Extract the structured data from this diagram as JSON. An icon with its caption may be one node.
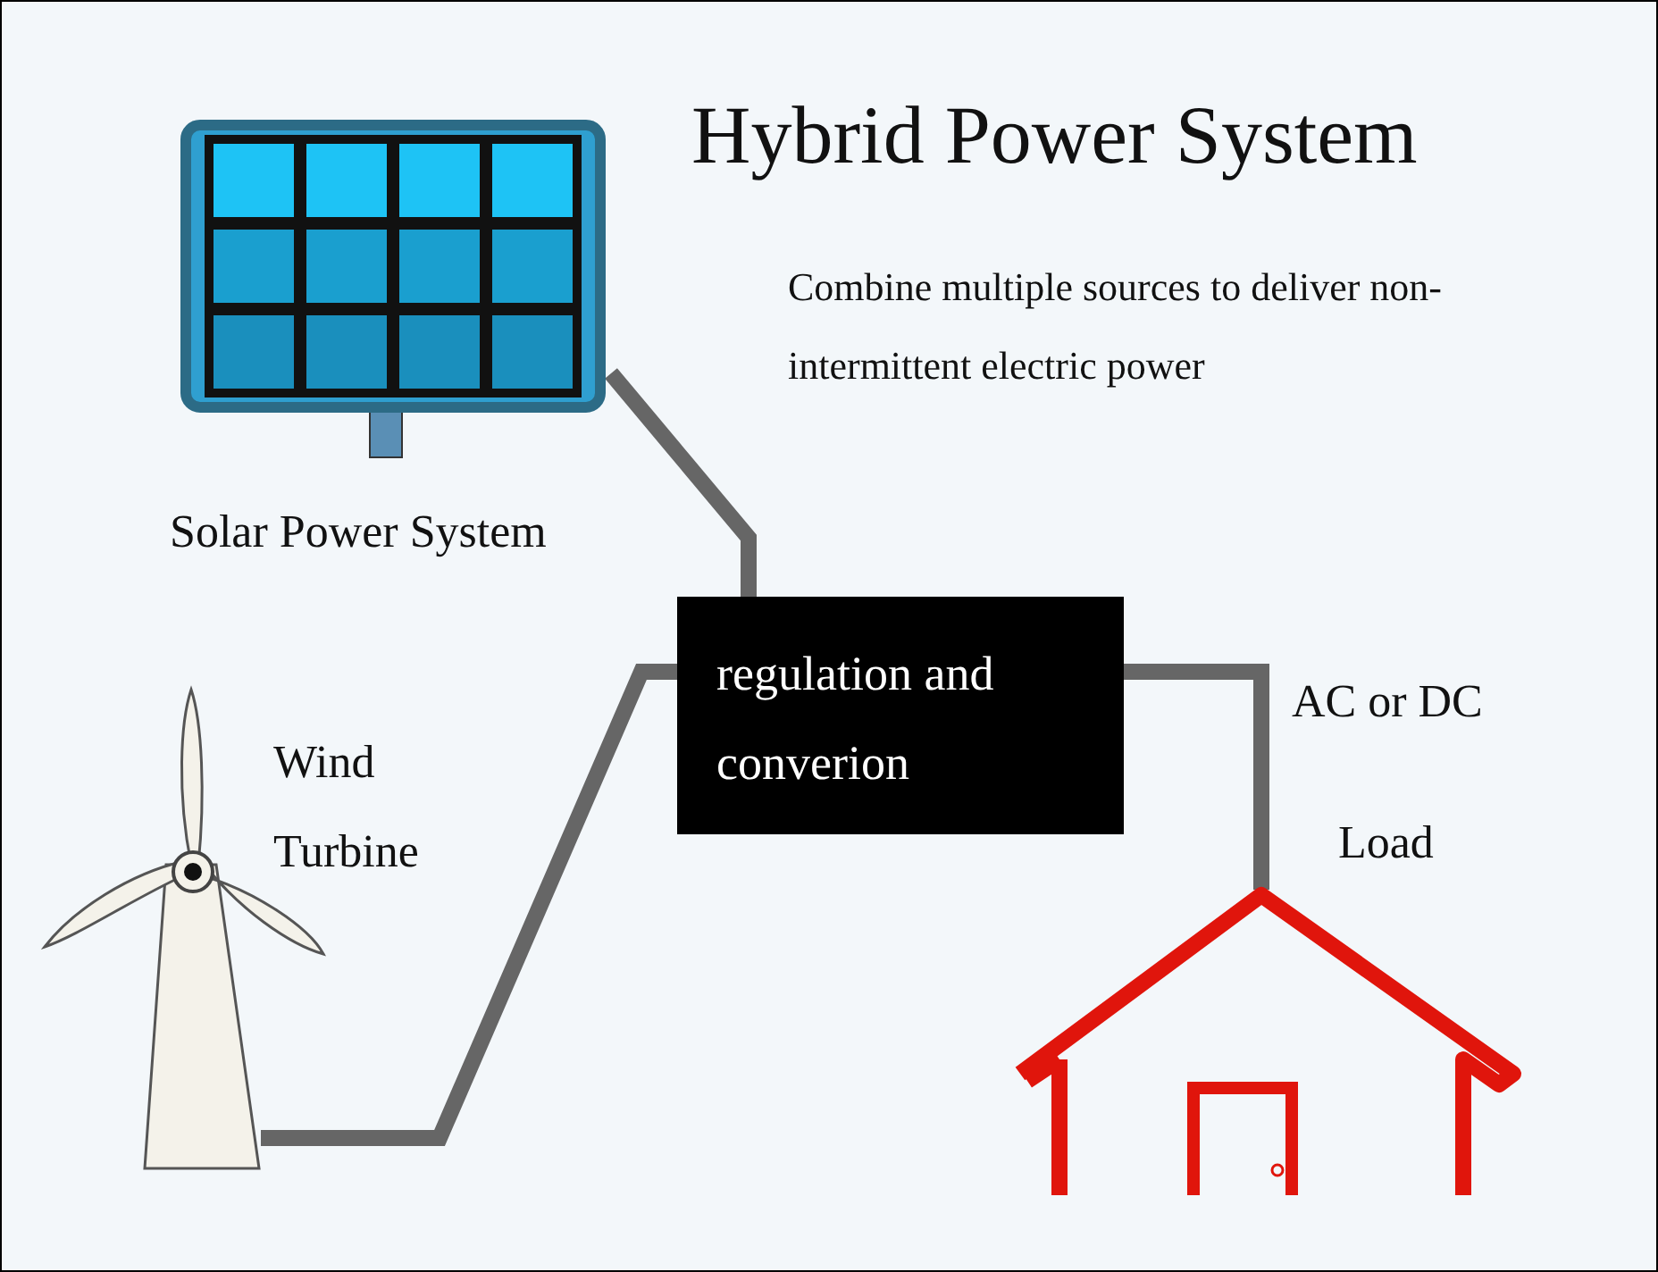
{
  "diagram": {
    "title": "Hybrid Power System",
    "nodes": [
      {
        "text": [],
        "shape": "picture",
        "beside": [
          "Solar Power System"
        ]
      },
      {
        "text": [
          "regulation and converion"
        ]
      },
      {
        "text": [],
        "shape": "picture",
        "beside": [
          "Wind Turbine"
        ]
      },
      {
        "text": [],
        "shape": "picture",
        "beside": [
          "Load"
        ]
      }
    ],
    "edges": [
      {
        "from": 0,
        "to": 1,
        "arrow": "none"
      },
      {
        "from": 2,
        "to": 1,
        "arrow": "none"
      },
      {
        "from": 1,
        "to": 3,
        "arrow": "none",
        "label": "AC or DC"
      }
    ],
    "labels": [
      "Combine multiple sources to deliver non-intermittent electric power"
    ]
  }
}
